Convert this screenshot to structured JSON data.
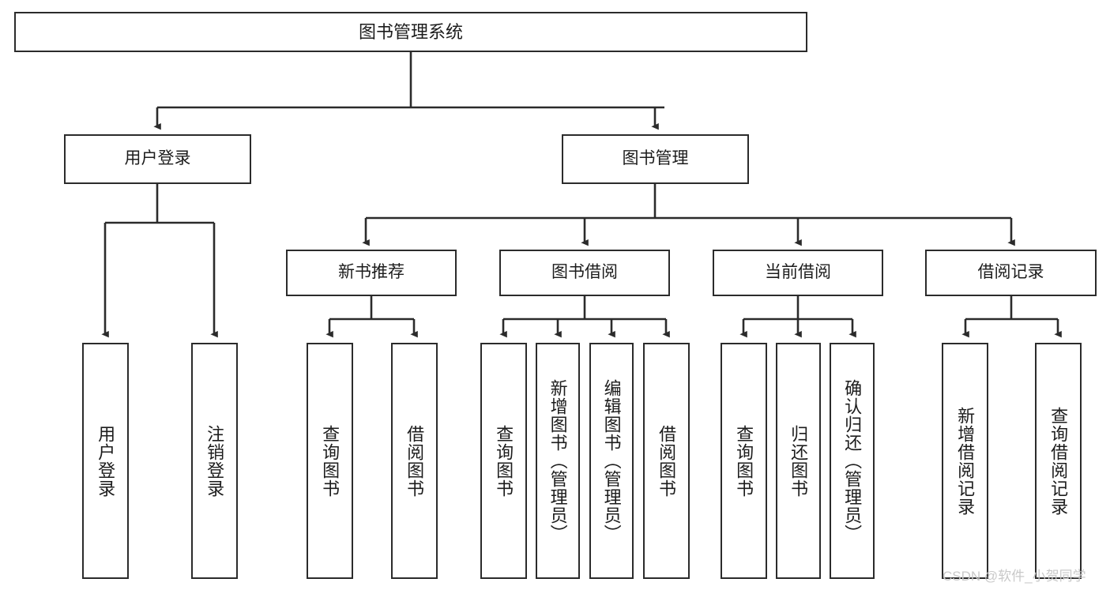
{
  "diagram": {
    "title": "图书管理系统",
    "type": "tree-hierarchy",
    "watermark": "CSDN @软件_小贺同学",
    "colors": {
      "stroke": "#2b2b2b",
      "fill": "#ffffff",
      "text": "#1c1c1c",
      "watermark": "#c9c9c9"
    },
    "nodes": {
      "root": {
        "label": "图书管理系统"
      },
      "level2": [
        {
          "label": "用户登录"
        },
        {
          "label": "图书管理"
        }
      ],
      "level3": [
        {
          "label": "新书推荐"
        },
        {
          "label": "图书借阅"
        },
        {
          "label": "当前借阅"
        },
        {
          "label": "借阅记录"
        }
      ],
      "leaves": {
        "user_login": [
          {
            "label": "用户登录"
          },
          {
            "label": "注销登录"
          }
        ],
        "new_book": [
          {
            "label": "查询图书"
          },
          {
            "label": "借阅图书"
          }
        ],
        "book_borrow": [
          {
            "label": "查询图书"
          },
          {
            "label": "新增图书（管理员）"
          },
          {
            "label": "编辑图书（管理员）"
          },
          {
            "label": "借阅图书"
          }
        ],
        "current_borrow": [
          {
            "label": "查询图书"
          },
          {
            "label": "归还图书"
          },
          {
            "label": "确认归还（管理员）"
          }
        ],
        "borrow_record": [
          {
            "label": "新增借阅记录"
          },
          {
            "label": "查询借阅记录"
          }
        ]
      }
    }
  }
}
